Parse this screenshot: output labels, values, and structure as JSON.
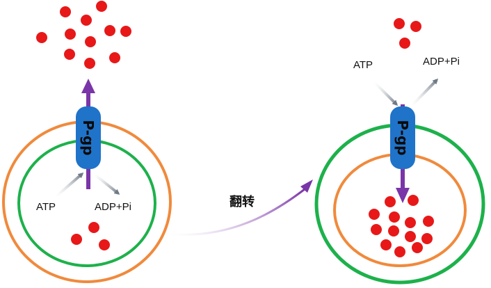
{
  "colors": {
    "outer_membrane_left": "#F08A3C",
    "inner_membrane_left": "#1DB14B",
    "outer_membrane_right": "#1DB14B",
    "inner_membrane_right": "#F08A3C",
    "transporter": "#1F73C9",
    "efflux_arrow": "#7A35A8",
    "energy_arrow": "#7F8A96",
    "particle": "#E81818"
  },
  "icons": {
    "particle": "red-drug-molecule",
    "transporter": "p-gp-capsule"
  },
  "left_panel": {
    "transporter_label": "P-gp",
    "atp_label": "ATP",
    "adp_label": "ADP+Pi"
  },
  "right_panel": {
    "transporter_label": "P-gp",
    "atp_label": "ATP",
    "adp_label": "ADP+Pi"
  },
  "transition": {
    "label": "翻转"
  }
}
